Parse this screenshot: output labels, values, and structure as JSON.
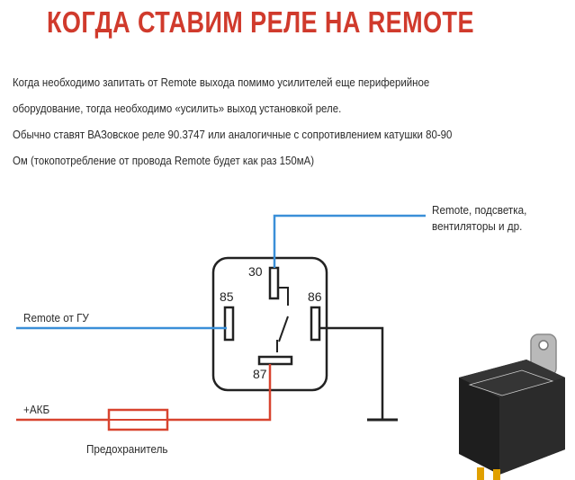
{
  "title": "КОГДА СТАВИМ РЕЛЕ НА REMOTE",
  "paragraph": {
    "line1": "Когда необходимо запитать от Remote выхода помимо усилителей еще периферийное",
    "line2": "оборудование, тогда необходимо «усилить» выход установкой реле.",
    "line3": "Обычно ставят ВАЗовское реле 90.3747 или аналогичные с сопротивлением катушки 80-90",
    "line4": "Ом (токопотребление от провода Remote будет как раз 150мА)"
  },
  "labels": {
    "remote_out_line1": "Remote, подсветка,",
    "remote_out_line2": "вентиляторы и др.",
    "remote_in": "Remote от ГУ",
    "battery": "+АКБ",
    "fuse": "Предохранитель"
  },
  "pins": {
    "p30": "30",
    "p85": "85",
    "p86": "86",
    "p87": "87"
  },
  "colors": {
    "title": "#d03a2c",
    "remote_wire": "#3a8fd8",
    "power_wire": "#d8442f",
    "ground_wire": "#222222"
  }
}
